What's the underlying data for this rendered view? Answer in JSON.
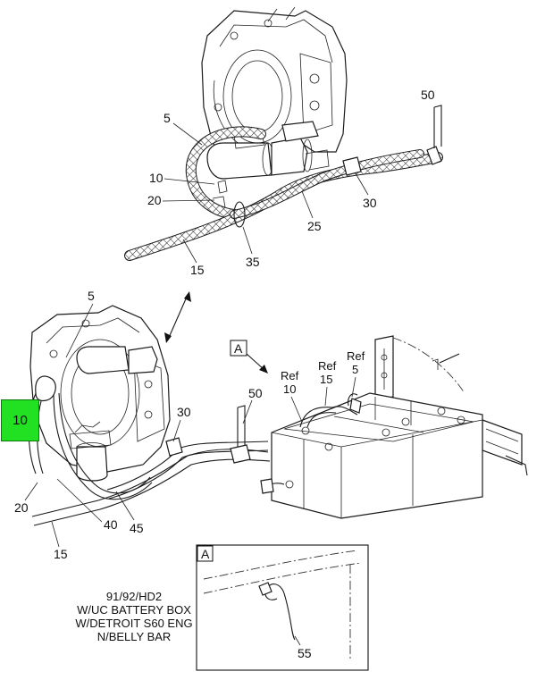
{
  "callouts": {
    "top": {
      "c5": "5",
      "c10": "10",
      "c20": "20",
      "c15": "15",
      "c35": "35",
      "c25": "25",
      "c30": "30",
      "c50": "50"
    },
    "bottom": {
      "c5": "5",
      "c10": "10",
      "c20": "20",
      "c15": "15",
      "c40": "40",
      "c45": "45",
      "c30": "30",
      "c50": "50"
    },
    "ref": [
      {
        "word": "Ref",
        "num": "10"
      },
      {
        "word": "Ref",
        "num": "15"
      },
      {
        "word": "Ref",
        "num": "5"
      }
    ],
    "detail_label": "A",
    "detail_label_box": "A",
    "detail_callout": "55"
  },
  "highlight": {
    "label": "10",
    "color": "#22e022"
  },
  "notes": [
    "91/92/HD2",
    "W/UC BATTERY BOX",
    "W/DETROIT S60 ENG",
    "N/BELLY BAR"
  ]
}
